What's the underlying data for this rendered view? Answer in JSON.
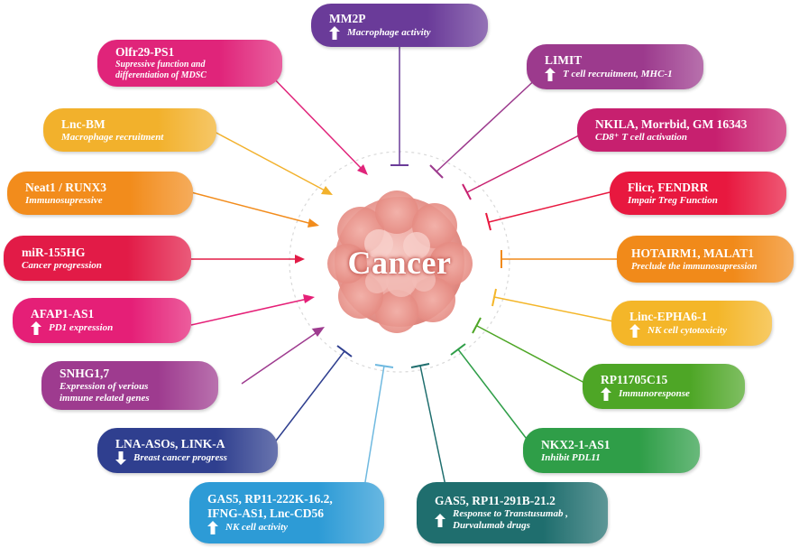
{
  "center": {
    "label": "Cancer"
  },
  "boxes": [
    {
      "id": "mm2p",
      "title": "MM2P",
      "lines": [
        "Macrophage activity"
      ],
      "arrow": "up",
      "color": "#6a3b99"
    },
    {
      "id": "olfr29",
      "title": "Olfr29-PS1",
      "lines": [
        "Supressive function and",
        "differentiation of MDSC"
      ],
      "arrow": "none",
      "color": "#e0247a"
    },
    {
      "id": "limit",
      "title": "LIMIT",
      "lines": [
        "T cell recruitment, MHC-1"
      ],
      "arrow": "up",
      "color": "#9c3a8d"
    },
    {
      "id": "lncbm",
      "title": "Lnc-BM",
      "lines": [
        "Macrophage recruitment"
      ],
      "arrow": "none",
      "color": "#f2b12c"
    },
    {
      "id": "nkila",
      "title": "NKILA, Morrbid, GM 16343",
      "lines": [
        "CD8⁺ T cell activation"
      ],
      "arrow": "none",
      "color": "#c7206f"
    },
    {
      "id": "neat1",
      "title": "Neat1 / RUNX3",
      "lines": [
        "Immunosupressive"
      ],
      "arrow": "none",
      "color": "#f28c1c"
    },
    {
      "id": "flicr",
      "title": "Flicr, FENDRR",
      "lines": [
        "Impair Treg Function"
      ],
      "arrow": "none",
      "color": "#e8183f"
    },
    {
      "id": "mir155",
      "title": "miR-155HG",
      "lines": [
        "Cancer progression"
      ],
      "arrow": "none",
      "color": "#e21b47"
    },
    {
      "id": "hotairm1",
      "title": "HOTAIRM1, MALAT1",
      "lines": [
        "Preclude  the  immunosupression"
      ],
      "arrow": "none",
      "color": "#f18a1a"
    },
    {
      "id": "afap1",
      "title": "AFAP1-AS1",
      "lines": [
        "PD1 expression"
      ],
      "arrow": "up",
      "color": "#e51f77"
    },
    {
      "id": "epha6",
      "title": "Linc-EPHA6-1",
      "lines": [
        "NK cell cytotoxicity"
      ],
      "arrow": "up",
      "color": "#f4b629"
    },
    {
      "id": "snhg",
      "title": "SNHG1,7",
      "lines": [
        "Expression of verious",
        "immune related genes"
      ],
      "arrow": "none",
      "color": "#9e3b8f"
    },
    {
      "id": "rp117",
      "title": "RP11705C15",
      "lines": [
        "Immunoresponse"
      ],
      "arrow": "up",
      "color": "#4ea626"
    },
    {
      "id": "lnaaso",
      "title": "LNA-ASOs, LINK-A",
      "lines": [
        "Breast cancer progress"
      ],
      "arrow": "down",
      "color": "#2f3f8f"
    },
    {
      "id": "nkx2",
      "title": "NKX2-1-AS1",
      "lines": [
        "Inhibit PDL11"
      ],
      "arrow": "none",
      "color": "#2f9e48"
    },
    {
      "id": "gas5a",
      "title": "GAS5, RP11-222K-16.2,",
      "title2": "IFNG-AS1, Lnc-CD56",
      "lines": [
        "NK  cell activity"
      ],
      "arrow": "up",
      "color": "#2d9bd6"
    },
    {
      "id": "gas5b",
      "title": "GAS5, RP11-291B-21.2",
      "lines": [
        "Response to Transtusumab ,",
        "Durvalumab drugs"
      ],
      "arrow": "up",
      "color": "#1f6e6e"
    }
  ]
}
